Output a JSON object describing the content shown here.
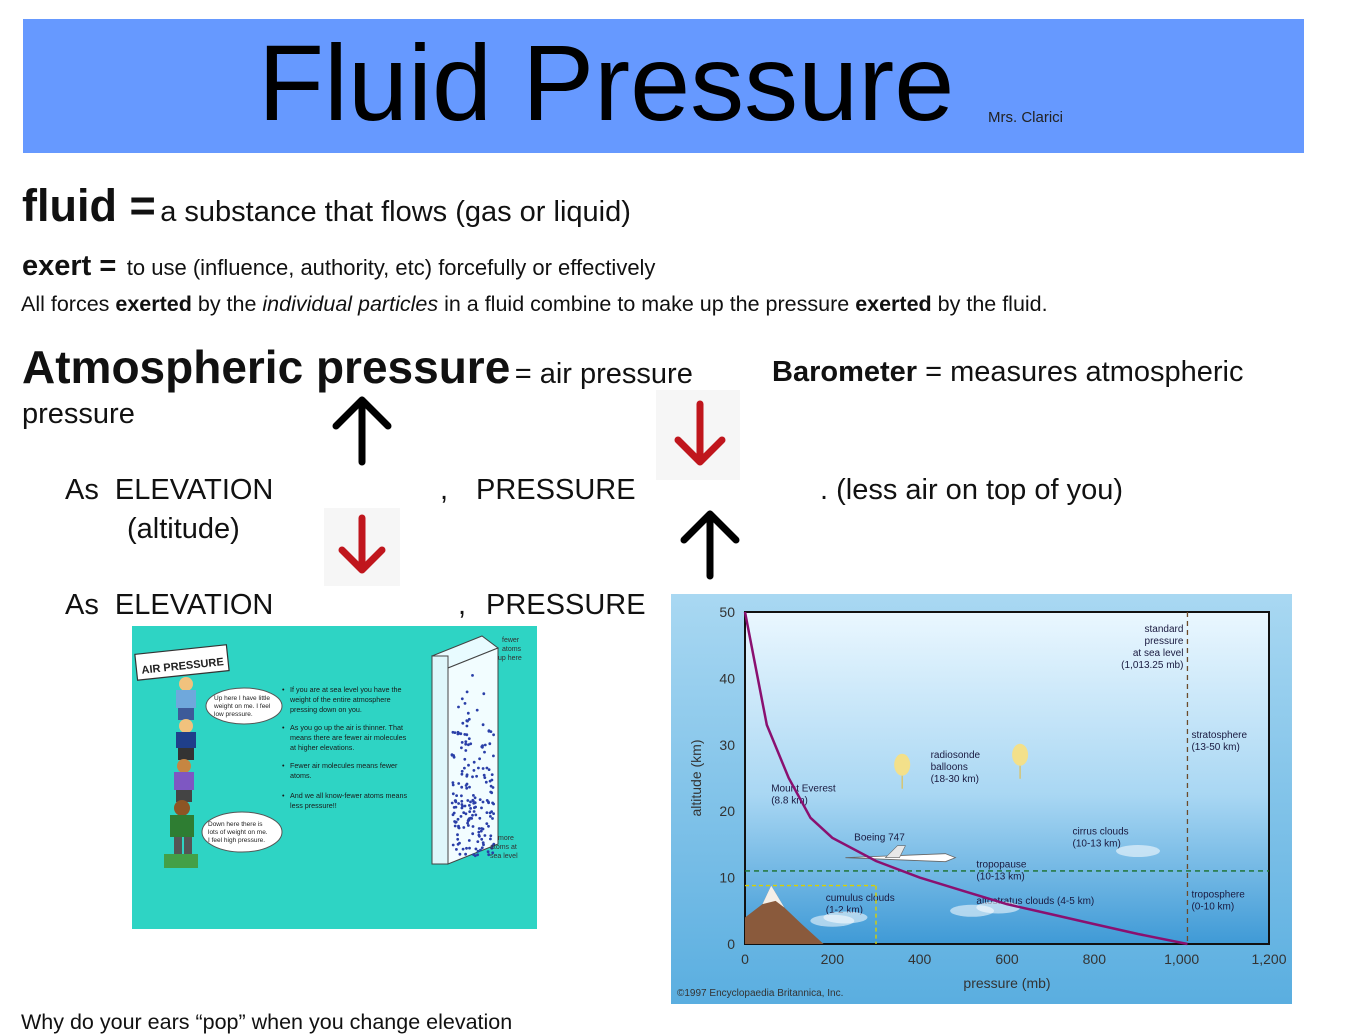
{
  "header": {
    "title": "Fluid Pressure",
    "author": "Mrs. Clarici",
    "banner_color": "#6699ff"
  },
  "definitions": {
    "fluid_term": "fluid =",
    "fluid_def": "a substance that flows (gas or liquid)",
    "exert_term": "exert =",
    "exert_def": "to use (influence, authority, etc) forcefully or effectively",
    "particles_sentence": {
      "p1": "All forces ",
      "b1": "exerted",
      "p2": " by the ",
      "i1": "individual particles",
      "p3": " in a fluid combine to make up the pressure ",
      "b2": "exerted",
      "p4": " by the fluid."
    }
  },
  "atmospheric": {
    "term": "Atmospheric pressure",
    "eq": "= air pressure",
    "barometer_term": "Barometer",
    "barometer_def": "= measures atmospheric",
    "wrap": "pressure"
  },
  "relations": {
    "row1": {
      "as": "As",
      "elevation": "ELEVATION",
      "comma": ",",
      "pressure": "PRESSURE",
      "tail": ".  (less air on top of you)",
      "altitude": "(altitude)"
    },
    "row2": {
      "as": "As",
      "elevation": "ELEVATION",
      "comma": ",",
      "pressure": "PRESSURE"
    }
  },
  "question": "Why do your ears “pop” when you change elevation",
  "air_diagram": {
    "sign": "AIR PRESSURE",
    "bubble_top": [
      "Up here I have little",
      "weight on me. I feel",
      "low pressure."
    ],
    "bubble_bottom": [
      "Down here there is",
      "lots of weight on me.",
      "I feel high pressure."
    ],
    "bullets": [
      [
        "If you are at sea level you have the",
        "weight of the entire atmosphere",
        "pressing down on you."
      ],
      [
        "As you go up the air is thinner. That",
        "means there are fewer air molecules",
        "at higher elevations."
      ],
      [
        "Fewer air molecules means fewer",
        "atoms."
      ],
      [
        "And we all know-fewer atoms means",
        "less pressure!!"
      ]
    ],
    "fewer_label": [
      "fewer",
      "atoms",
      "up here"
    ],
    "more_label": [
      "more",
      "atoms at",
      "sea level"
    ]
  },
  "chart_data": {
    "type": "line",
    "x": [
      0,
      50,
      100,
      150,
      200,
      300,
      400,
      500,
      600,
      700,
      800,
      900,
      1013.25
    ],
    "y": [
      50,
      33,
      25,
      19,
      16,
      12.5,
      10,
      8,
      6,
      4.5,
      3,
      1.5,
      0
    ],
    "xlabel": "pressure (mb)",
    "ylabel": "altitude (km)",
    "xticks": [
      "0",
      "200",
      "400",
      "600",
      "800",
      "1,000",
      "1,200"
    ],
    "yticks": [
      "0",
      "10",
      "20",
      "30",
      "40",
      "50"
    ],
    "xlim": [
      0,
      1200
    ],
    "ylim": [
      0,
      50
    ],
    "annotations": {
      "standard": [
        "standard",
        "pressure",
        "at sea level",
        "(1,013.25 mb)"
      ],
      "stratosphere": [
        "stratosphere",
        "(13-50 km)"
      ],
      "radiosonde": [
        "radiosonde",
        "balloons",
        "(18-30 km)"
      ],
      "everest": [
        "Mount Everest",
        "(8.8 km)"
      ],
      "boeing": "Boeing 747",
      "cirrus": [
        "cirrus clouds",
        "(10-13 km)"
      ],
      "tropopause": [
        "tropopause",
        "(10-13 km)"
      ],
      "cumulus": [
        "cumulus clouds",
        "(1-2 km)"
      ],
      "altostratus": "altostratus clouds (4-5 km)",
      "troposphere": [
        "troposphere",
        "(0-10 km)"
      ]
    },
    "copyright": "©1997 Encyclopaedia Britannica, Inc.",
    "colors": {
      "curve": "#8a1070",
      "sky_top": "#e8f6ff",
      "sky_bottom": "#3f9ad6"
    }
  },
  "colors": {
    "red_arrow": "#c0161d",
    "black_arrow": "#000000",
    "diagram_bg": "#2ed4c4"
  }
}
